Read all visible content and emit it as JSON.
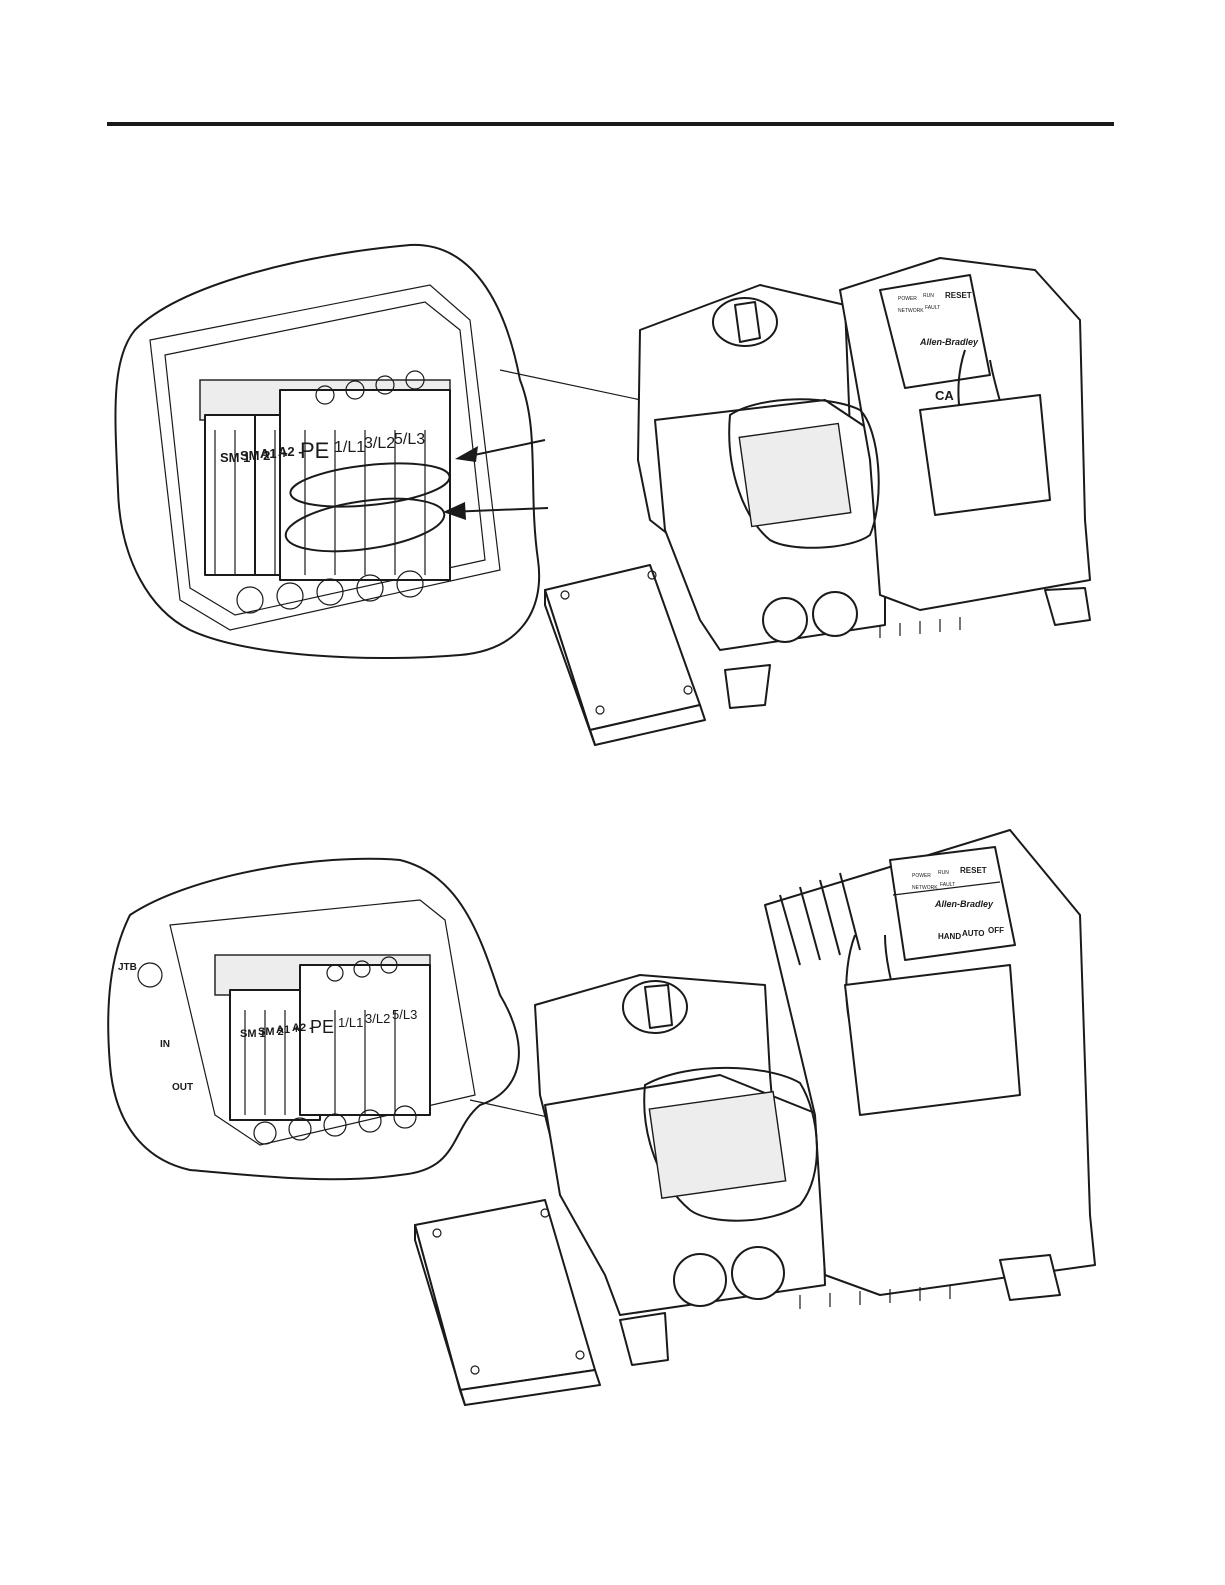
{
  "figure1": {
    "terminal_labels": [
      "SM 1",
      "SM 2",
      "A1 +",
      "A2 -",
      "PE",
      "1/L1",
      "3/L2",
      "5/L3"
    ],
    "pendant_buttons": [
      "RESET"
    ],
    "pendant_indicators": [
      "POWER",
      "RUN",
      "NETWORK",
      "FAULT"
    ],
    "brand": "Allen-Bradley",
    "partial_text": "CA"
  },
  "figure2": {
    "terminal_labels": [
      "SM 1",
      "SM 2",
      "A1 +",
      "A2 -",
      "PE",
      "1/L1",
      "3/L2",
      "5/L3"
    ],
    "side_labels": [
      "JTB",
      "IN",
      "OUT"
    ],
    "pendant_buttons": [
      "RESET",
      "HAND",
      "AUTO",
      "OFF"
    ],
    "pendant_indicators": [
      "POWER",
      "RUN",
      "NETWORK",
      "FAULT"
    ],
    "brand": "Allen-Bradley"
  }
}
